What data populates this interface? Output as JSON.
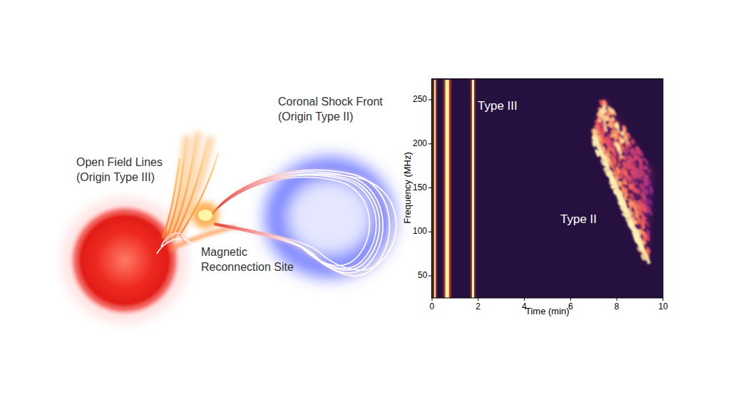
{
  "diagram": {
    "labels": [
      "Coronal Shock Front (Origin Type II)",
      "Open Field Lines (Origin Type III)",
      "Magnetic Reconnection Site",
      "Type III",
      "Type II",
      "Frequency (MHz)",
      "Time (min)",
      "0",
      "2",
      "4",
      "6",
      "8",
      "10",
      "250",
      "200",
      "150",
      "100",
      "50"
    ]
  }
}
